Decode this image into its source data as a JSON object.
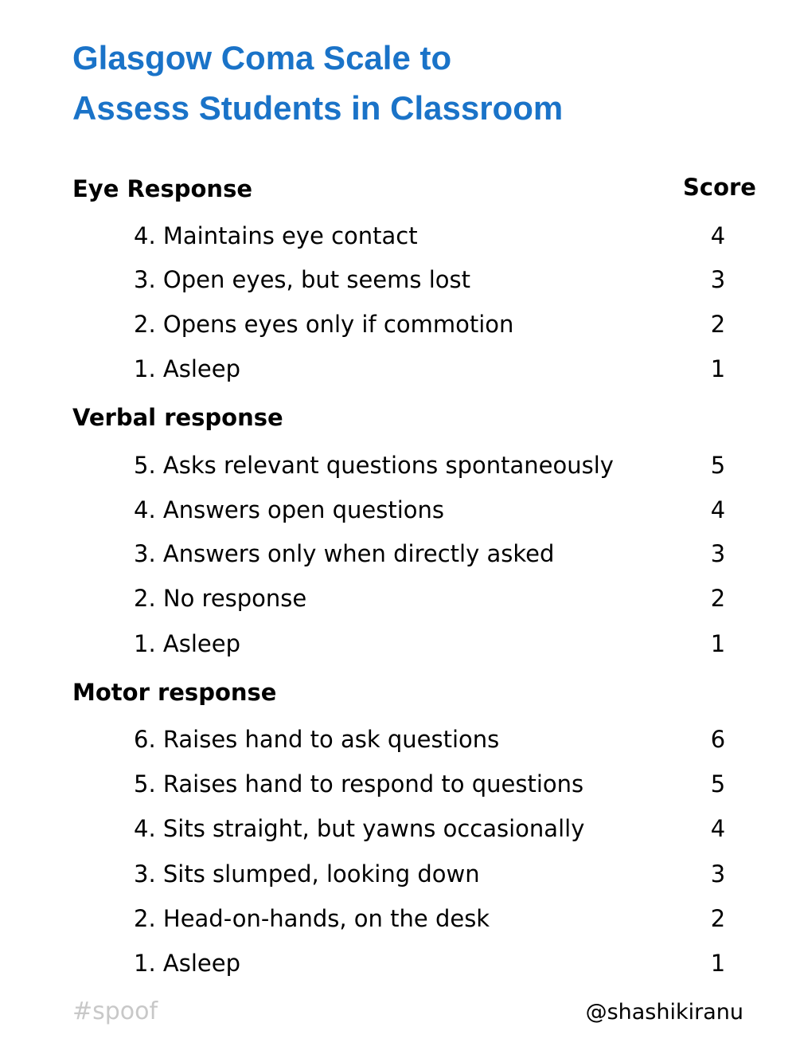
{
  "title": {
    "line1": "Glasgow Coma Scale to",
    "line2": "Assess Students in Classroom"
  },
  "score_header": "Score",
  "sections": [
    {
      "heading": "Eye Response",
      "items": [
        {
          "label": "4. Maintains eye contact",
          "score": "4"
        },
        {
          "label": "3. Open eyes, but seems lost",
          "score": "3"
        },
        {
          "label": "2. Opens eyes only if commotion",
          "score": "2"
        },
        {
          "label": "1. Asleep",
          "score": "1"
        }
      ]
    },
    {
      "heading": "Verbal response",
      "items": [
        {
          "label": "5. Asks relevant questions spontaneously",
          "score": "5"
        },
        {
          "label": "4. Answers open questions",
          "score": "4"
        },
        {
          "label": "3. Answers only when directly asked",
          "score": "3"
        },
        {
          "label": "2. No response",
          "score": "2"
        },
        {
          "label": "1. Asleep",
          "score": "1"
        }
      ]
    },
    {
      "heading": "Motor response",
      "items": [
        {
          "label": "6. Raises hand to ask questions",
          "score": "6"
        },
        {
          "label": "5. Raises hand to respond to questions",
          "score": "5"
        },
        {
          "label": "4. Sits straight, but yawns occasionally",
          "score": "4"
        },
        {
          "label": "3. Sits slumped, looking down",
          "score": "3"
        },
        {
          "label": "2. Head-on-hands, on the desk",
          "score": "2"
        },
        {
          "label": "1. Asleep",
          "score": "1"
        }
      ]
    }
  ],
  "footer": {
    "tag": "#spoof",
    "handle": "@shashikiranu"
  },
  "colors": {
    "title": "#1a73c8",
    "tag": "#c8c8c8"
  }
}
